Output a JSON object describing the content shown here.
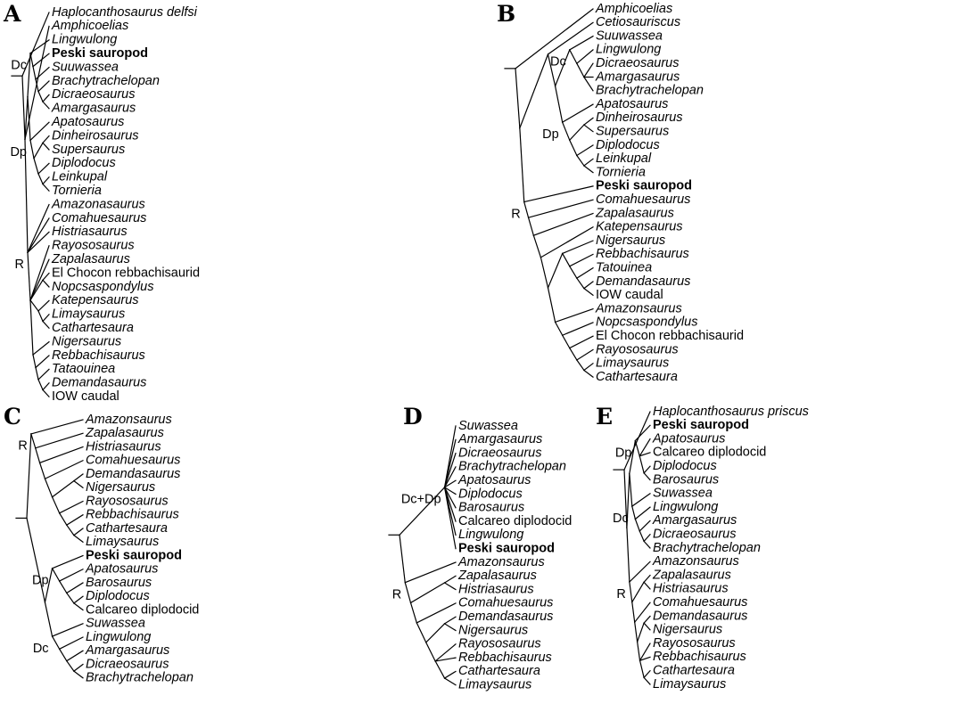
{
  "panels": [
    {
      "letter": "A",
      "tree": [
        {
          "t": "Haplocanthosaurus delfsi"
        },
        [
          {
            "t": "Amphicoelias"
          },
          [
            {
              "label": "Dc",
              "c": [
                {
                  "t": "Lingwulong"
                },
                [
                  {
                    "t": "Peski sauropod",
                    "style": "highlight"
                  },
                  [
                    {
                      "t": "Suuwassea"
                    },
                    [
                      {
                        "t": "Brachytrachelopan"
                      },
                      [
                        {
                          "t": "Dicraeosaurus"
                        },
                        {
                          "t": "Amargasaurus"
                        }
                      ]
                    ]
                  ]
                ]
              ]
            },
            {
              "label": "Dp",
              "c": [
                {
                  "t": "Apatosaurus"
                },
                [
                  [
                    {
                      "t": "Dinheirosaurus"
                    },
                    {
                      "t": "Supersaurus"
                    }
                  ],
                  [
                    {
                      "t": "Diplodocus"
                    },
                    [
                      {
                        "t": "Leinkupal"
                      },
                      {
                        "t": "Tornieria"
                      }
                    ]
                  ]
                ]
              ]
            }
          ],
          {
            "label": "R",
            "c": [
              {
                "t": "Amazonasaurus"
              },
              {
                "t": "Comahuesaurus"
              },
              {
                "t": "Histriasaurus"
              },
              {
                "c": [
                  {
                    "t": "Rayososaurus"
                  },
                  {
                    "t": "Zapalasaurus"
                  },
                  [
                    {
                      "t": "El Chocon rebbachisaurid",
                      "style": "specimen"
                    },
                    {
                      "t": "Nopcsaspondylus"
                    }
                  ],
                  [
                    {
                      "t": "Katepensaurus"
                    },
                    [
                      {
                        "t": "Limaysaurus"
                      },
                      {
                        "t": "Cathartesaura"
                      }
                    ]
                  ],
                  [
                    {
                      "t": "Nigersaurus"
                    },
                    [
                      {
                        "t": "Rebbachisaurus"
                      },
                      [
                        {
                          "t": "Tataouinea"
                        },
                        [
                          {
                            "t": "Demandasaurus"
                          },
                          {
                            "t": "IOW caudal",
                            "style": "specimen"
                          }
                        ]
                      ]
                    ]
                  ]
                ]
              }
            ]
          }
        ]
      ]
    },
    {
      "letter": "B",
      "tree": [
        {
          "t": "Amphicoelias"
        },
        [
          [
            {
              "t": "Cetiosauriscus"
            },
            [
              {
                "label": "Dc",
                "c": [
                  {
                    "t": "Suuwassea"
                  },
                  [
                    {
                      "t": "Lingwulong"
                    },
                    [
                      {
                        "t": "Dicraeosaurus"
                      },
                      {
                        "t": "Amargasaurus"
                      },
                      {
                        "t": "Brachytrachelopan"
                      }
                    ]
                  ]
                ]
              },
              {
                "label": "Dp",
                "c": [
                  {
                    "t": "Apatosaurus"
                  },
                  [
                    [
                      {
                        "t": "Dinheirosaurus"
                      },
                      {
                        "t": "Supersaurus"
                      }
                    ],
                    [
                      {
                        "t": "Diplodocus"
                      },
                      [
                        {
                          "t": "Leinkupal"
                        },
                        {
                          "t": "Tornieria"
                        }
                      ]
                    ]
                  ]
                ]
              }
            ]
          ],
          {
            "label": "R",
            "c": [
              {
                "t": "Peski sauropod",
                "style": "highlight"
              },
              [
                {
                  "t": "Comahuesaurus"
                },
                [
                  {
                    "t": "Zapalasaurus"
                  },
                  [
                    {
                      "t": "Katepensaurus"
                    },
                    [
                      [
                        {
                          "t": "Nigersaurus"
                        },
                        [
                          {
                            "t": "Rebbachisaurus"
                          },
                          [
                            {
                              "t": "Tatouinea"
                            },
                            [
                              {
                                "t": "Demandasaurus"
                              },
                              {
                                "t": "IOW caudal",
                                "style": "specimen"
                              }
                            ]
                          ]
                        ]
                      ],
                      [
                        {
                          "t": "Amazonsaurus"
                        },
                        [
                          {
                            "t": "Nopcsaspondylus"
                          },
                          [
                            {
                              "t": "El Chocon rebbachisaurid",
                              "style": "specimen"
                            },
                            [
                              {
                                "t": "Rayososaurus"
                              },
                              [
                                {
                                  "t": "Limaysaurus"
                                },
                                {
                                  "t": "Cathartesaura"
                                }
                              ]
                            ]
                          ]
                        ]
                      ]
                    ]
                  ]
                ]
              ]
            ]
          }
        ]
      ]
    },
    {
      "letter": "C",
      "tree": [
        {
          "label": "R",
          "c": [
            {
              "t": "Amazonsaurus"
            },
            [
              {
                "t": "Zapalasaurus"
              },
              [
                {
                  "t": "Histriasaurus"
                },
                [
                  {
                    "t": "Comahuesaurus"
                  },
                  [
                    [
                      {
                        "t": "Demandasaurus"
                      },
                      {
                        "t": "Nigersaurus"
                      }
                    ],
                    [
                      {
                        "t": "Rayososaurus"
                      },
                      [
                        {
                          "t": "Rebbachisaurus"
                        },
                        [
                          {
                            "t": "Cathartesaura"
                          },
                          {
                            "t": "Limaysaurus"
                          }
                        ]
                      ]
                    ]
                  ]
                ]
              ]
            ]
          ]
        },
        [
          {
            "label": "Dp",
            "c": [
              {
                "t": "Peski sauropod",
                "style": "highlight"
              },
              [
                {
                  "t": "Apatosaurus"
                },
                [
                  {
                    "t": "Barosaurus"
                  },
                  [
                    {
                      "t": "Diplodocus"
                    },
                    {
                      "t": "Calcareo diplodocid",
                      "style": "specimen"
                    }
                  ]
                ]
              ]
            ]
          },
          {
            "label": "Dc",
            "c": [
              {
                "t": "Suwassea"
              },
              [
                {
                  "t": "Lingwulong"
                },
                [
                  {
                    "t": "Amargasaurus"
                  },
                  [
                    {
                      "t": "Dicraeosaurus"
                    },
                    {
                      "t": "Brachytrachelopan"
                    }
                  ]
                ]
              ]
            ]
          }
        ]
      ]
    },
    {
      "letter": "D",
      "tree": [
        {
          "label": "Dc+Dp",
          "c": [
            {
              "t": "Suwassea"
            },
            {
              "t": "Amargasaurus"
            },
            {
              "t": "Dicraeosaurus"
            },
            {
              "t": "Brachytrachelopan"
            },
            {
              "t": "Apatosaurus"
            },
            {
              "t": "Diplodocus"
            },
            {
              "t": "Barosaurus"
            },
            {
              "t": "Calcareo diplodocid",
              "style": "specimen"
            },
            {
              "t": "Lingwulong"
            },
            {
              "t": "Peski sauropod",
              "style": "highlight"
            }
          ]
        },
        {
          "label": "R",
          "c": [
            {
              "t": "Amazonsaurus"
            },
            {
              "c": [
                [
                  {
                    "t": "Zapalasaurus"
                  },
                  {
                    "t": "Histriasaurus"
                  }
                ],
                [
                  {
                    "t": "Comahuesaurus"
                  },
                  [
                    [
                      {
                        "t": "Demandasaurus"
                      },
                      {
                        "t": "Nigersaurus"
                      }
                    ],
                    [
                      {
                        "t": "Rayososaurus"
                      },
                      {
                        "t": "Rebbachisaurus"
                      },
                      [
                        {
                          "t": "Cathartesaura"
                        },
                        {
                          "t": "Limaysaurus"
                        }
                      ]
                    ]
                  ]
                ]
              ]
            }
          ]
        }
      ]
    },
    {
      "letter": "E",
      "tree": [
        {
          "t": "Haplocanthosaurus priscus"
        },
        [
          [
            {
              "label": "Dp",
              "c": [
                {
                  "t": "Peski sauropod",
                  "style": "highlight"
                },
                [
                  {
                    "t": "Apatosaurus"
                  },
                  {
                    "t": "Calcareo diplodocid",
                    "style": "specimen"
                  },
                  [
                    {
                      "t": "Diplodocus"
                    },
                    {
                      "t": "Barosaurus"
                    }
                  ]
                ]
              ]
            },
            {
              "label": "Dc",
              "c": [
                {
                  "t": "Suwassea"
                },
                [
                  {
                    "t": "Lingwulong"
                  },
                  [
                    {
                      "t": "Amargasaurus"
                    },
                    [
                      {
                        "t": "Dicraeosaurus"
                      },
                      {
                        "t": "Brachytrachelopan"
                      }
                    ]
                  ]
                ]
              ]
            }
          ],
          {
            "label": "R",
            "c": [
              {
                "t": "Amazonsaurus"
              },
              {
                "c": [
                  [
                    {
                      "t": "Zapalasaurus"
                    },
                    {
                      "t": "Histriasaurus"
                    }
                  ],
                  [
                    {
                      "t": "Comahuesaurus"
                    },
                    [
                      [
                        {
                          "t": "Demandasaurus"
                        },
                        {
                          "t": "Nigersaurus"
                        }
                      ],
                      [
                        {
                          "t": "Rayososaurus"
                        },
                        {
                          "t": "Rebbachisaurus"
                        },
                        [
                          {
                            "t": "Cathartesaura"
                          },
                          {
                            "t": "Limaysaurus"
                          }
                        ]
                      ]
                    ]
                  ]
                ]
              }
            ]
          }
        ]
      ]
    }
  ]
}
